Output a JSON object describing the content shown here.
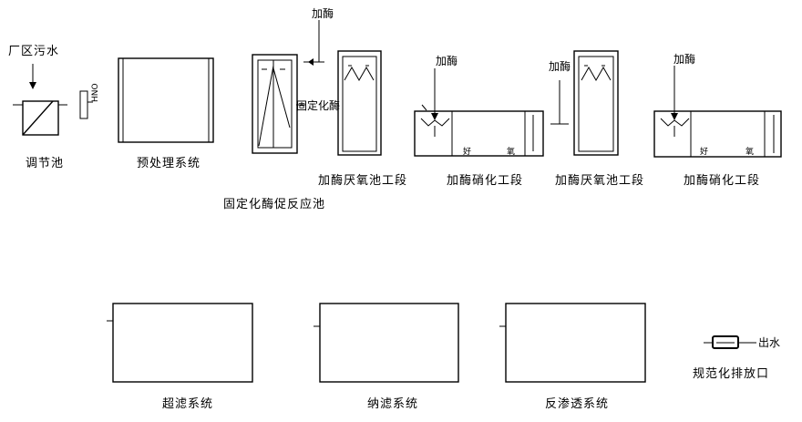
{
  "labels": {
    "wastewater_in": "厂区污水",
    "regulating_tank": "调节池",
    "pretreatment": "预处理系统",
    "immobilized_reactor": "固定化酶促反应池",
    "immobilized_enzyme": "固定化酶",
    "add_enzyme_1": "加酶",
    "add_enzyme_2": "加酶",
    "add_enzyme_3": "加酶",
    "add_enzyme_4": "加酶",
    "anaerobic_1": "加酶厌氧池工段",
    "nitrification_1": "加酶硝化工段",
    "anaerobic_2": "加酶厌氧池工段",
    "nitrification_2": "加酶硝化工段",
    "ultrafiltration": "超滤系统",
    "nanofiltration": "纳滤系统",
    "reverse_osmosis": "反渗透系统",
    "discharge_outlet": "规范化排放口",
    "effluent": "出水",
    "tank_a_1": "好",
    "tank_b_1": "氧",
    "tank_a_2": "好",
    "tank_b_2": "氧",
    "pump_mark": "HNO"
  }
}
